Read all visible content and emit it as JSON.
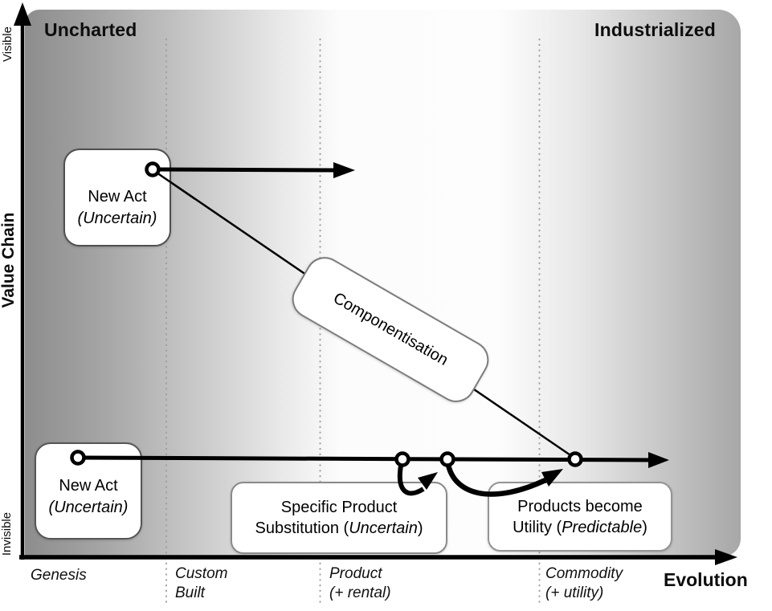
{
  "regions": {
    "top_left": "Uncharted",
    "top_right": "Industrialized"
  },
  "y_axis": {
    "label": "Value Chain",
    "top_tick": "Visible",
    "bottom_tick": "Invisible"
  },
  "x_axis": {
    "label": "Evolution",
    "stages": [
      {
        "line1": "Genesis",
        "line2": ""
      },
      {
        "line1": "Custom",
        "line2": "Built"
      },
      {
        "line1": "Product",
        "line2": "(+ rental)"
      },
      {
        "line1": "Commodity",
        "line2": "(+ utility)"
      }
    ]
  },
  "nodes": {
    "new_act_top": {
      "title": "New Act",
      "qualifier": "(Uncertain)"
    },
    "new_act_bottom": {
      "title": "New Act",
      "qualifier": "(Uncertain)"
    },
    "componentisation": "Componentisation",
    "specific_product": {
      "line1": "Specific Product",
      "line2_prefix": "Substitution (",
      "line2_italic": "Uncertain",
      "line2_suffix": ")"
    },
    "products_utility": {
      "line1": "Products become",
      "line2_prefix": "Utility (",
      "line2_italic": "Predictable",
      "line2_suffix": ")"
    }
  },
  "colors": {
    "field_dark_left": "#8d8d8d",
    "field_center": "#fdfdfd",
    "field_dark_right": "#a7a7a7",
    "dotted_divider": "#9e9e9e",
    "line_and_text": "#000000",
    "box_fill": "#ffffff",
    "box_border": "#666666"
  }
}
